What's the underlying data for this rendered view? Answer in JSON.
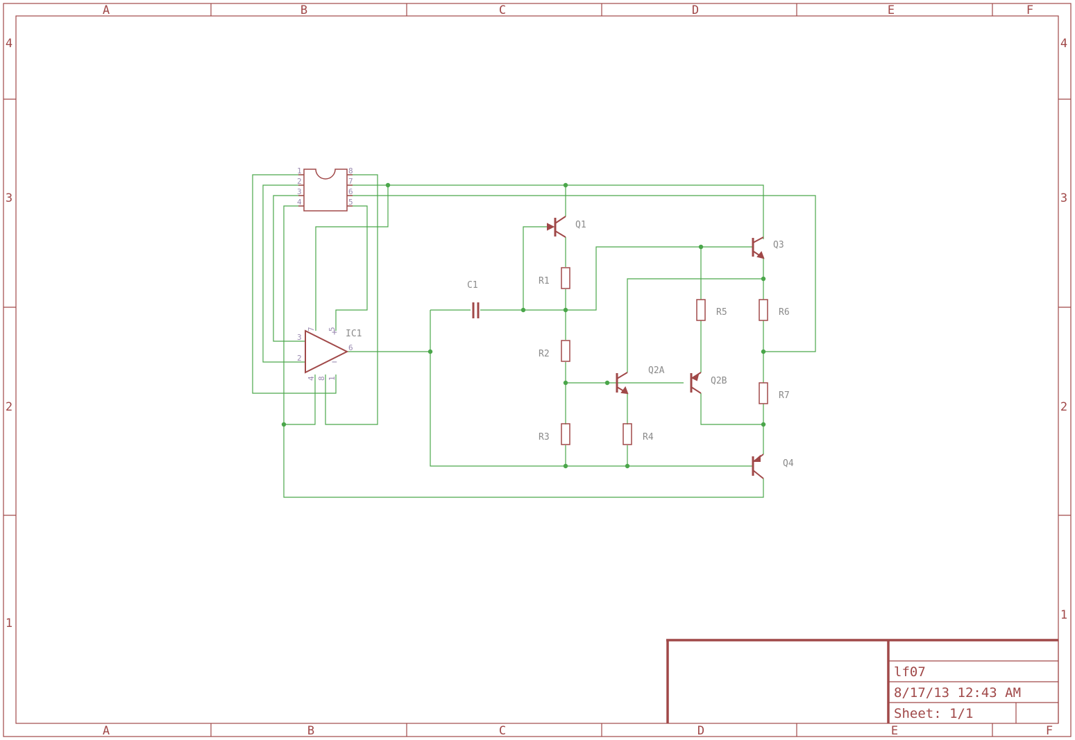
{
  "frame": {
    "columns": [
      "A",
      "B",
      "C",
      "D",
      "E",
      "F"
    ],
    "rows": [
      "4",
      "3",
      "2",
      "1"
    ]
  },
  "parts": {
    "ic1": "IC1",
    "c1": "C1",
    "q1": "Q1",
    "q2a": "Q2A",
    "q2b": "Q2B",
    "q3": "Q3",
    "q4": "Q4",
    "r1": "R1",
    "r2": "R2",
    "r3": "R3",
    "r4": "R4",
    "r5": "R5",
    "r6": "R6",
    "r7": "R7"
  },
  "dip_pins": {
    "left": [
      "1",
      "2",
      "3",
      "4"
    ],
    "right": [
      "8",
      "7",
      "6",
      "5"
    ]
  },
  "opamp_pins": {
    "plus_pin": "3",
    "minus_pin": "2",
    "out_pin": "6",
    "top_a": "7",
    "top_b": "5",
    "bot_a": "4",
    "bot_b": "8",
    "bot_c": "1",
    "plus_sign": "+",
    "minus_sign": "−"
  },
  "title_block": {
    "name": "lf07",
    "date": "8/17/13 12:43 AM",
    "sheet": "Sheet: 1/1"
  }
}
